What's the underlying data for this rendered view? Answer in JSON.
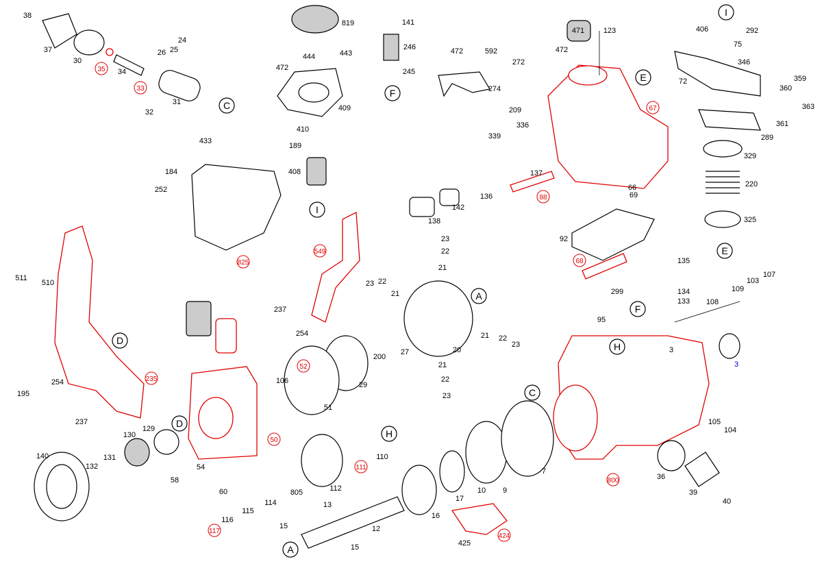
{
  "diagram": {
    "type": "exploded parts diagram",
    "labels": [
      "38",
      "37",
      "30",
      "35",
      "34",
      "33",
      "26",
      "25",
      "24",
      "31",
      "32",
      "C",
      "819",
      "444",
      "443",
      "472",
      "409",
      "410",
      "189",
      "408",
      "I",
      "141",
      "246",
      "245",
      "F",
      "472",
      "592",
      "274",
      "471",
      "123",
      "272",
      "472",
      "E",
      "209",
      "336",
      "67",
      "339",
      "137",
      "88",
      "136",
      "142",
      "138",
      "I",
      "406",
      "292",
      "75",
      "346",
      "72",
      "359",
      "360",
      "363",
      "361",
      "289",
      "329",
      "220",
      "325",
      "E",
      "66",
      "69",
      "92",
      "68",
      "135",
      "299",
      "134",
      "133",
      "108",
      "109",
      "103",
      "107",
      "95",
      "F",
      "H",
      "3",
      "3",
      "433",
      "184",
      "252",
      "825",
      "549",
      "23",
      "22",
      "21",
      "23",
      "22",
      "21",
      "A",
      "237",
      "254",
      "200",
      "27",
      "20",
      "21",
      "22",
      "23",
      "21",
      "22",
      "23",
      "29",
      "51",
      "52",
      "106",
      "511",
      "510",
      "D",
      "254",
      "195",
      "235",
      "237",
      "140",
      "130",
      "129",
      "131",
      "132",
      "58",
      "54",
      "D",
      "50",
      "60",
      "115",
      "114",
      "116",
      "117",
      "805",
      "112",
      "111",
      "110",
      "H",
      "13",
      "15",
      "12",
      "A",
      "15",
      "16",
      "17",
      "10",
      "9",
      "7",
      "C",
      "800",
      "36",
      "105",
      "104",
      "39",
      "40",
      "424",
      "425"
    ]
  },
  "colors": {
    "line": "#000000",
    "new_part": "#e00000",
    "highlight": "#0000cc",
    "shaded": "#cccccc"
  }
}
